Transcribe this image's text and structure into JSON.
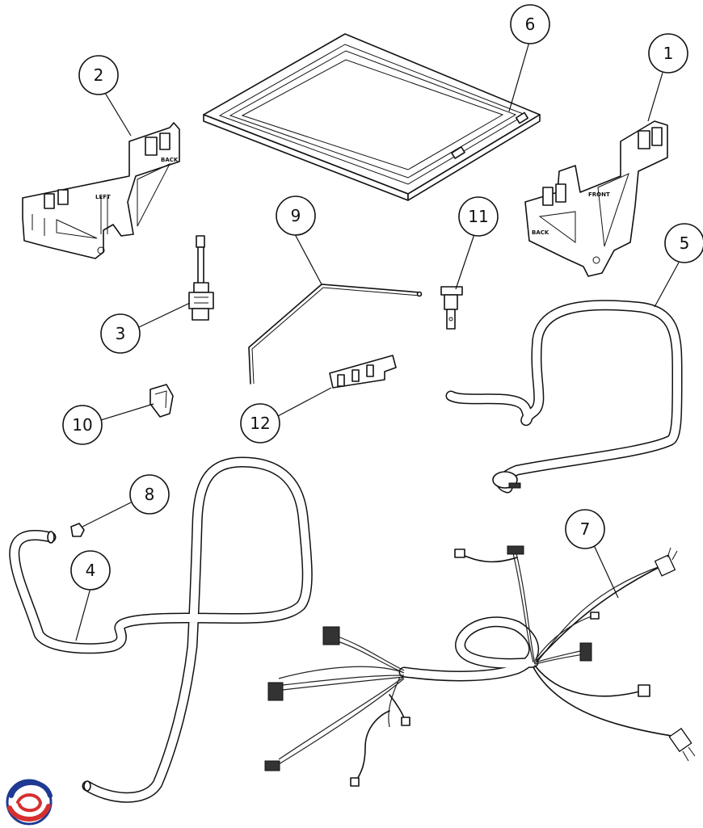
{
  "callouts": [
    {
      "id": "c1",
      "label": "1"
    },
    {
      "id": "c2",
      "label": "2"
    },
    {
      "id": "c3",
      "label": "3"
    },
    {
      "id": "c4",
      "label": "4"
    },
    {
      "id": "c5",
      "label": "5"
    },
    {
      "id": "c6",
      "label": "6"
    },
    {
      "id": "c7",
      "label": "7"
    },
    {
      "id": "c8",
      "label": "8"
    },
    {
      "id": "c9",
      "label": "9"
    },
    {
      "id": "c10",
      "label": "10"
    },
    {
      "id": "c11",
      "label": "11"
    },
    {
      "id": "c12",
      "label": "12"
    }
  ],
  "stamps": {
    "left_bracket_side": "LEFT",
    "left_bracket_back": "BACK",
    "right_bracket_front": "FRONT",
    "right_bracket_back": "BACK"
  },
  "colors": {
    "line": "#111111",
    "background": "#ffffff",
    "logo_red": "#d62f2f",
    "logo_blue": "#1f3a93"
  },
  "icons": {
    "logo": "brand-swirl-logo"
  }
}
